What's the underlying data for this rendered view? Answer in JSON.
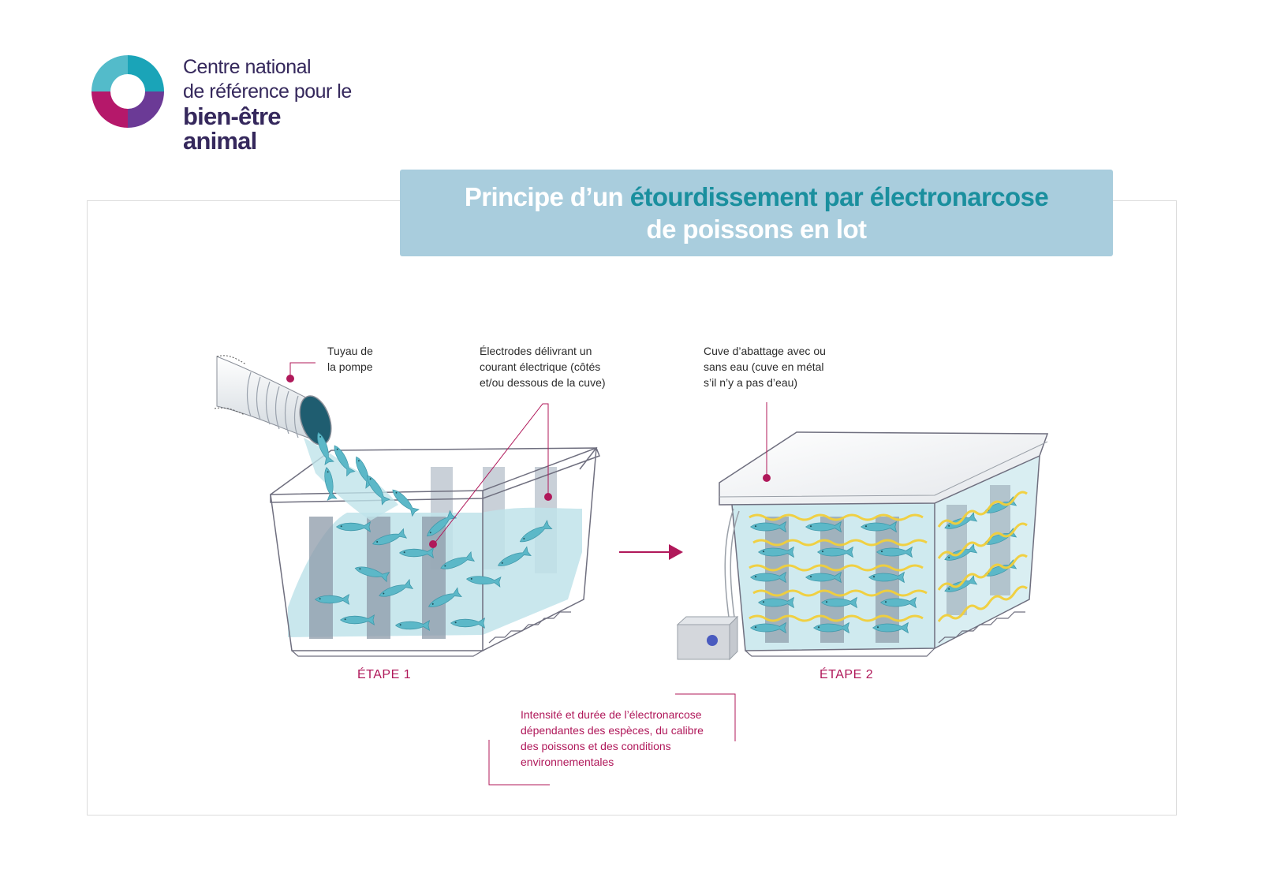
{
  "logo": {
    "line1": "Centre national",
    "line2": "de référence pour le",
    "line3": "bien-être animal",
    "colors": {
      "magenta": "#b5186a",
      "teal": "#1aa4b8",
      "purple": "#6b3a96",
      "text": "#35285c"
    }
  },
  "title": {
    "part1": "Principe d’un ",
    "accent": "étourdissement par électronarcose",
    "line2": "de poissons en lot",
    "colors": {
      "box": "#a9cddd",
      "accent": "#1a8f9e",
      "text": "#ffffff"
    }
  },
  "labels": {
    "pipe": [
      "Tuyau de",
      "la pompe"
    ],
    "electrodes": [
      "Électrodes délivrant un",
      "courant électrique (côtés",
      "et/ou dessous de la cuve)"
    ],
    "tank": [
      "Cuve d’abattage avec ou",
      "sans eau (cuve en métal",
      "s’il n’y a pas d’eau)"
    ],
    "intensity": [
      "Intensité et durée de l’électronarcose",
      "dépendantes des espèces, du calibre",
      "des poissons et des conditions",
      "environnementales"
    ]
  },
  "steps": {
    "step1": "ÉTAPE 1",
    "step2": "ÉTAPE 2"
  },
  "colors": {
    "water": "#bfe3ea",
    "fish": "#5cb8c8",
    "electrode": "#8c9aa8",
    "current": "#f2cf3a",
    "callout": "#b0185a"
  }
}
